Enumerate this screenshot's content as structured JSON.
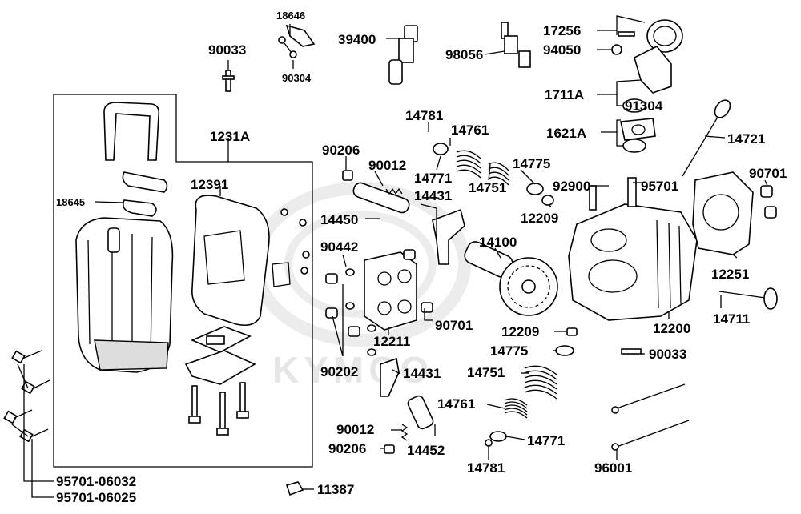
{
  "watermark": "KYMCO",
  "labels": {
    "p18646": "18646",
    "p90033a": "90033",
    "p90304": "90304",
    "p39400": "39400",
    "p98056": "98056",
    "p17256": "17256",
    "p94050": "94050",
    "p1711A": "1711A",
    "p91304": "91304",
    "p1621A": "1621A",
    "p14721": "14721",
    "p1231A": "1231A",
    "p12391": "12391",
    "p18645": "18645",
    "p90206a": "90206",
    "p14781a": "14781",
    "p14761a": "14761",
    "p90012a": "90012",
    "p14771a": "14771",
    "p14775a": "14775",
    "p14431a": "14431",
    "p14751a": "14751",
    "p14450": "14450",
    "p12209a": "12209",
    "p92900": "92900",
    "p95701": "95701",
    "p90701a": "90701",
    "p90442": "90442",
    "p14100": "14100",
    "p12251": "12251",
    "p14711": "14711",
    "p90701b": "90701",
    "p12211": "12211",
    "p12209b": "12209",
    "p12200": "12200",
    "p14775b": "14775",
    "p90033b": "90033",
    "p90202": "90202",
    "p14431b": "14431",
    "p14751b": "14751",
    "p14761b": "14761",
    "p90012b": "90012",
    "p90206b": "90206",
    "p14452": "14452",
    "p14771b": "14771",
    "p14781b": "14781",
    "p96001": "96001",
    "p95701_06032": "95701-06032",
    "p95701_06025": "95701-06025",
    "p11387": "11387"
  }
}
